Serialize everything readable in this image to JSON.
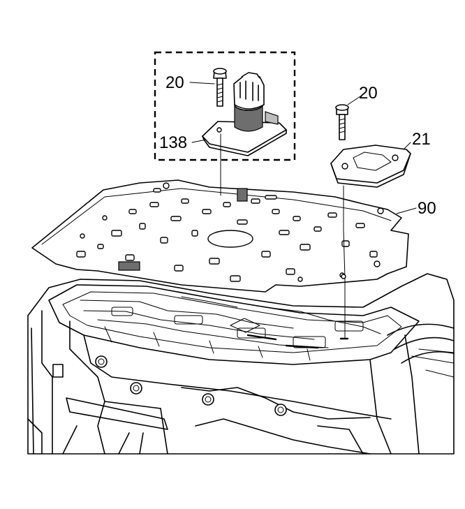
{
  "callouts": {
    "bolt_left": "20",
    "bolt_right": "20",
    "solenoid": "138",
    "bracket": "21",
    "separator_plate": "90"
  },
  "colors": {
    "line": "#000000",
    "background": "#ffffff",
    "shade": "#6e6e6e"
  }
}
